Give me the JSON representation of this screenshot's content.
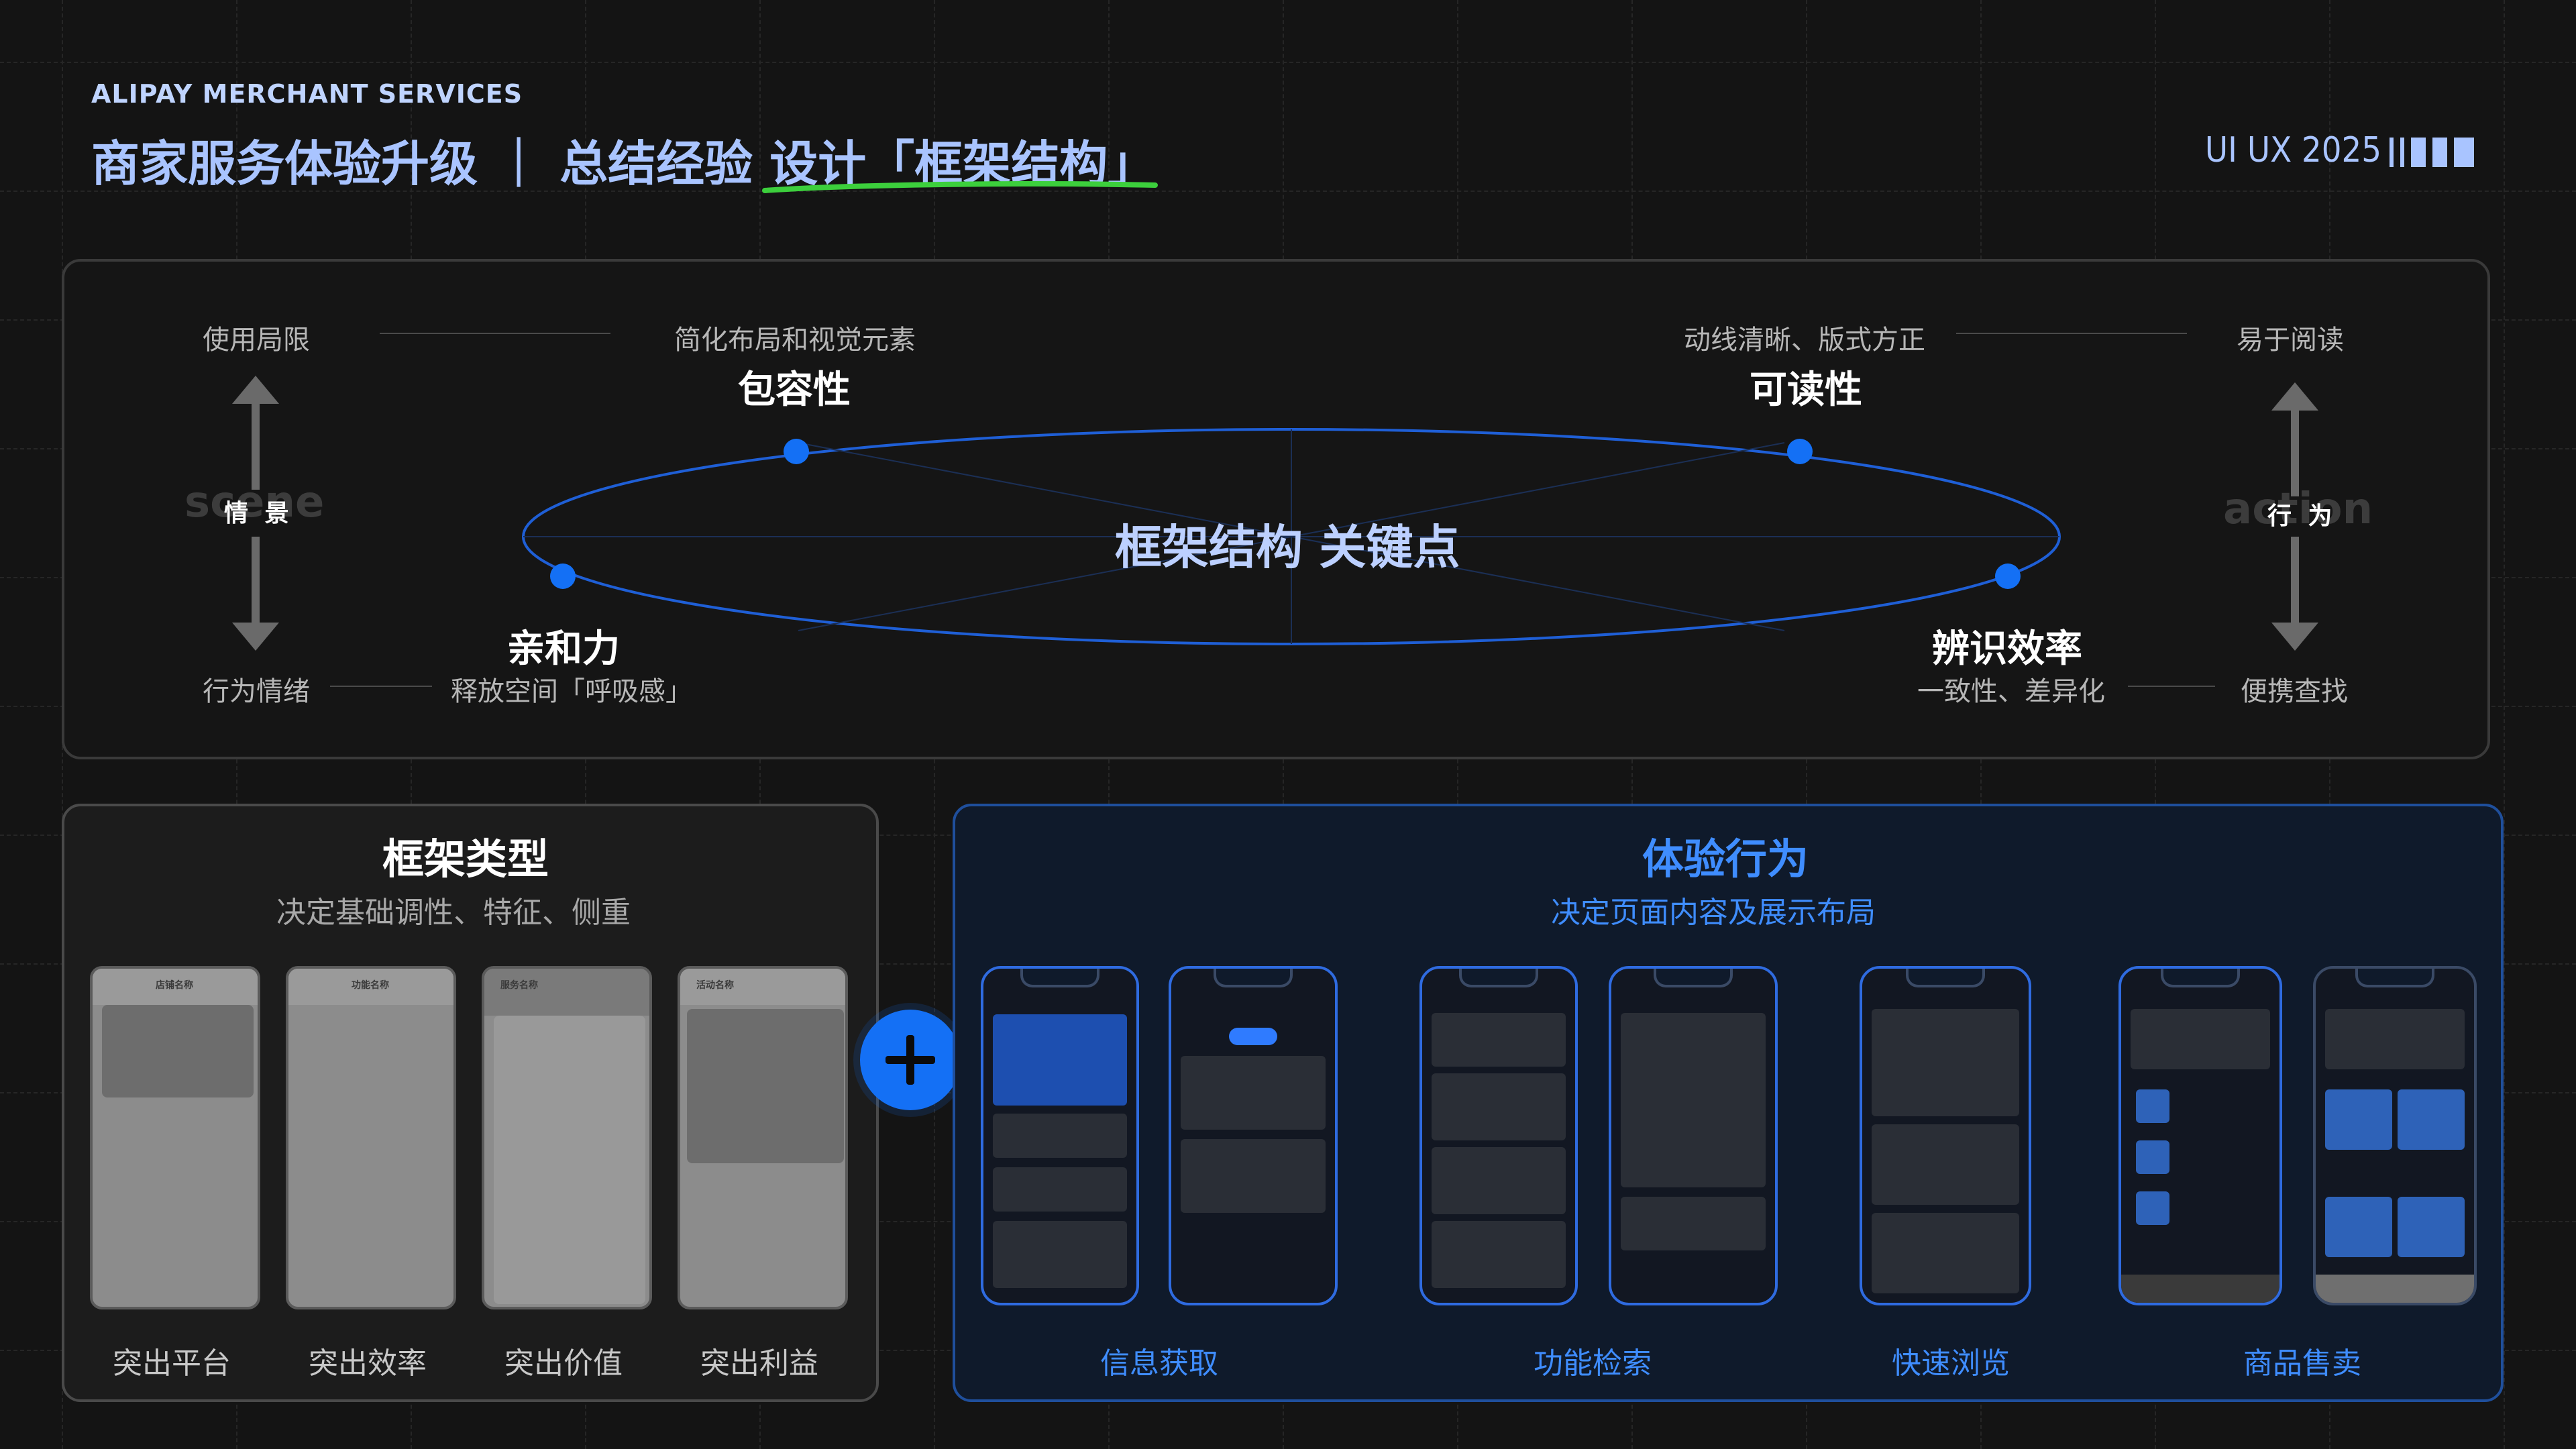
{
  "header": {
    "brand": "ALIPAY MERCHANT SERVICES",
    "title": "商家服务体验升级 ｜ 总结经验 设计「框架结构」",
    "event_tag": "UI UX 2025"
  },
  "key_points": {
    "center_label": "框架结构 关键点",
    "left_axis": {
      "top": "使用局限",
      "ghost": "scene",
      "label": "情 景",
      "bottom": "行为情绪"
    },
    "right_axis": {
      "top": "易于阅读",
      "ghost": "action",
      "label": "行 为",
      "bottom": "便携查找"
    },
    "points": [
      {
        "title": "包容性",
        "desc": "简化布局和视觉元素"
      },
      {
        "title": "可读性",
        "desc": "动线清晰、版式方正"
      },
      {
        "title": "亲和力",
        "desc": "释放空间「呼吸感」"
      },
      {
        "title": "辨识效率",
        "desc": "一致性、差异化"
      }
    ]
  },
  "framework_types": {
    "title": "框架类型",
    "subtitle": "决定基础调性、特征、侧重",
    "items": [
      {
        "label": "突出平台",
        "screen_name": "店铺名称"
      },
      {
        "label": "突出效率",
        "screen_name": "功能名称"
      },
      {
        "label": "突出价值",
        "screen_name": "服务名称"
      },
      {
        "label": "突出利益",
        "screen_name": "活动名称"
      }
    ]
  },
  "experience_behaviors": {
    "title": "体验行为",
    "subtitle": "决定页面内容及展示布局",
    "items": [
      {
        "label": "信息获取"
      },
      {
        "label": "功能检索"
      },
      {
        "label": "快速浏览"
      },
      {
        "label": "商品售卖"
      }
    ]
  },
  "colors": {
    "accent_blue": "#1470f5",
    "title_blue": "#a9c4ff",
    "highlight_green": "#3ccf3c",
    "background": "#141414"
  }
}
